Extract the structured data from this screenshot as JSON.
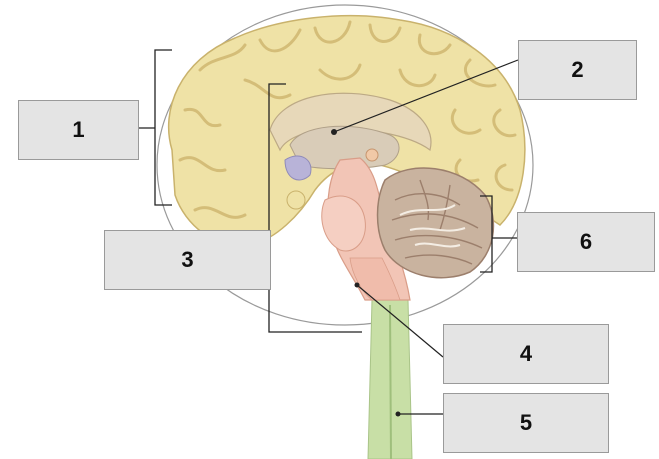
{
  "labels": [
    {
      "id": "1",
      "text": "1"
    },
    {
      "id": "2",
      "text": "2"
    },
    {
      "id": "3",
      "text": "3"
    },
    {
      "id": "4",
      "text": "4"
    },
    {
      "id": "5",
      "text": "5"
    },
    {
      "id": "6",
      "text": "6"
    }
  ],
  "colors": {
    "cerebrum": "#efe2a6",
    "cerebrum_fold": "#d8c47e",
    "brainstem": "#f2c5b6",
    "spinal_cord": "#c8dfa6",
    "cerebellum": "#c9b39f",
    "cerebellum_dark": "#9c7f6c",
    "label_fill": "#e4e4e4",
    "leader_line": "#222222"
  }
}
